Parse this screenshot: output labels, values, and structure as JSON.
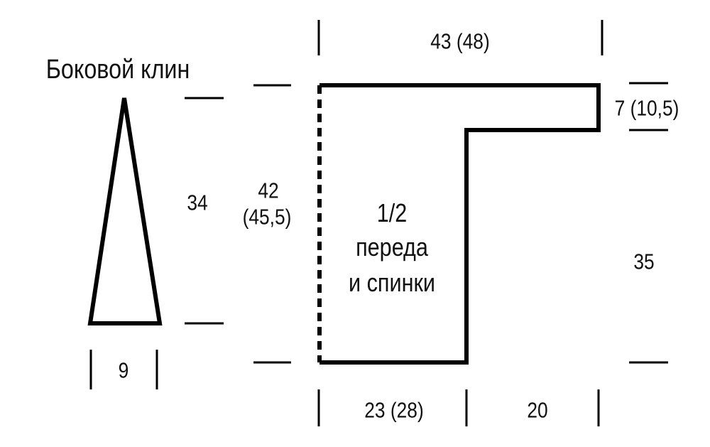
{
  "title": "Боковой клин",
  "wedge": {
    "height": "34",
    "base": "9"
  },
  "panel": {
    "label_line1": "1/2",
    "label_line2": "переда",
    "label_line3": "и спинки",
    "top_width": "43 (48)",
    "left_height_line1": "42",
    "left_height_line2": "(45,5)",
    "right_step": "7 (10,5)",
    "right_height": "35",
    "bottom_left": "23 (28)",
    "bottom_right": "20"
  }
}
